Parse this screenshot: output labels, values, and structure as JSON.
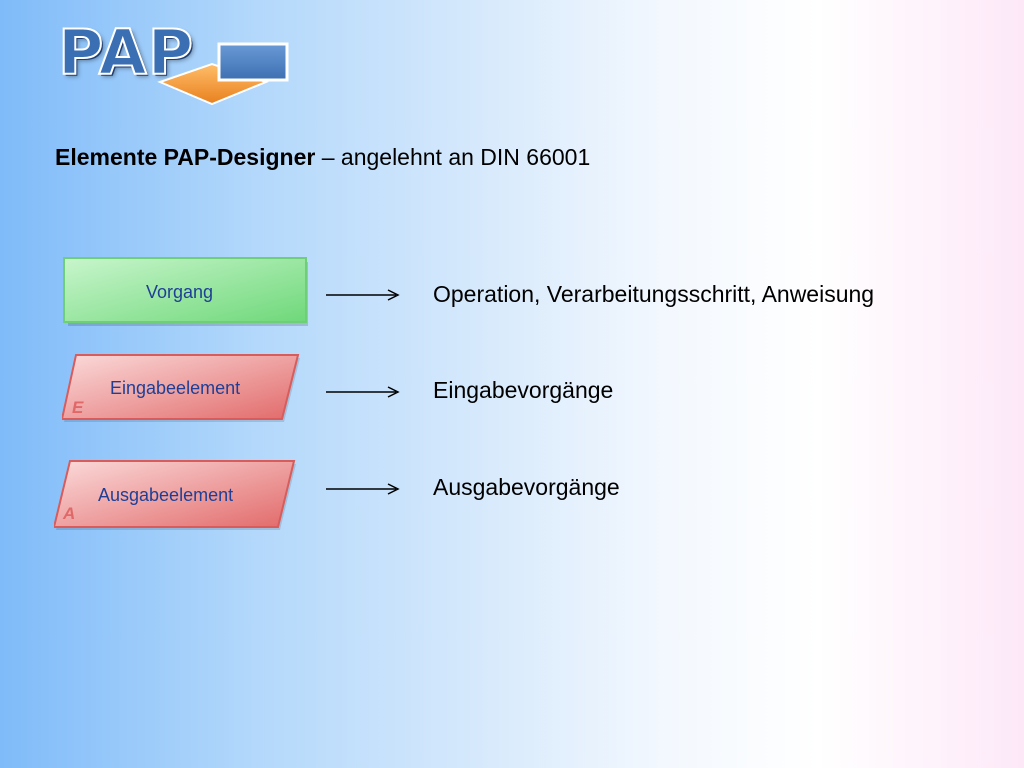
{
  "logo": {
    "text": "PAP"
  },
  "heading": {
    "bold": "Elemente PAP-Designer",
    "rest": " – angelehnt an DIN 66001"
  },
  "elements": [
    {
      "shape": "rectangle",
      "label": "Vorgang",
      "letter": "",
      "description": "Operation, Verarbeitungsschritt, Anweisung"
    },
    {
      "shape": "parallelogram",
      "label": "Eingabeelement",
      "letter": "E",
      "description": "Eingabevorgänge"
    },
    {
      "shape": "parallelogram",
      "label": "Ausgabeelement",
      "letter": "A",
      "description": "Ausgabevorgänge"
    }
  ],
  "colors": {
    "vorgang_fill": "#9be8a0",
    "io_fill": "#ee8888",
    "label_text": "#1f3f96",
    "logo_blue": "#3a6fb4",
    "logo_orange": "#f39a3c"
  }
}
